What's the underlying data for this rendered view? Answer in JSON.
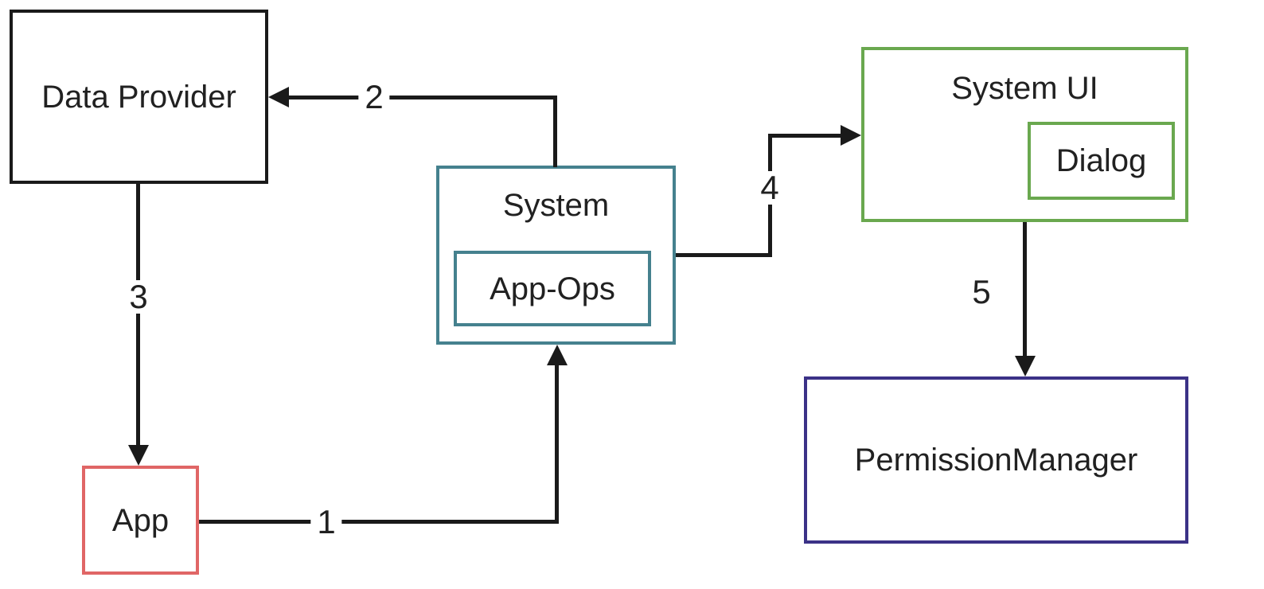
{
  "diagram": {
    "line_color": "#1a1a1a",
    "nodes": {
      "data_provider": {
        "label": "Data Provider",
        "border_color": "#1a1a1a"
      },
      "app": {
        "label": "App",
        "border_color": "#e06666"
      },
      "system": {
        "label": "System",
        "border_color": "#45818e"
      },
      "app_ops": {
        "label": "App-Ops",
        "border_color": "#45818e"
      },
      "system_ui": {
        "label": "System UI",
        "border_color": "#6aa84f"
      },
      "dialog": {
        "label": "Dialog",
        "border_color": "#6aa84f"
      },
      "permission_manager": {
        "label": "PermissionManager",
        "border_color": "#3b3287"
      }
    },
    "edges": [
      {
        "label": "1",
        "from": "App",
        "to": "System"
      },
      {
        "label": "2",
        "from": "System",
        "to": "Data Provider"
      },
      {
        "label": "3",
        "from": "Data Provider",
        "to": "App"
      },
      {
        "label": "4",
        "from": "System",
        "to": "System UI"
      },
      {
        "label": "5",
        "from": "System UI",
        "to": "PermissionManager"
      }
    ]
  }
}
